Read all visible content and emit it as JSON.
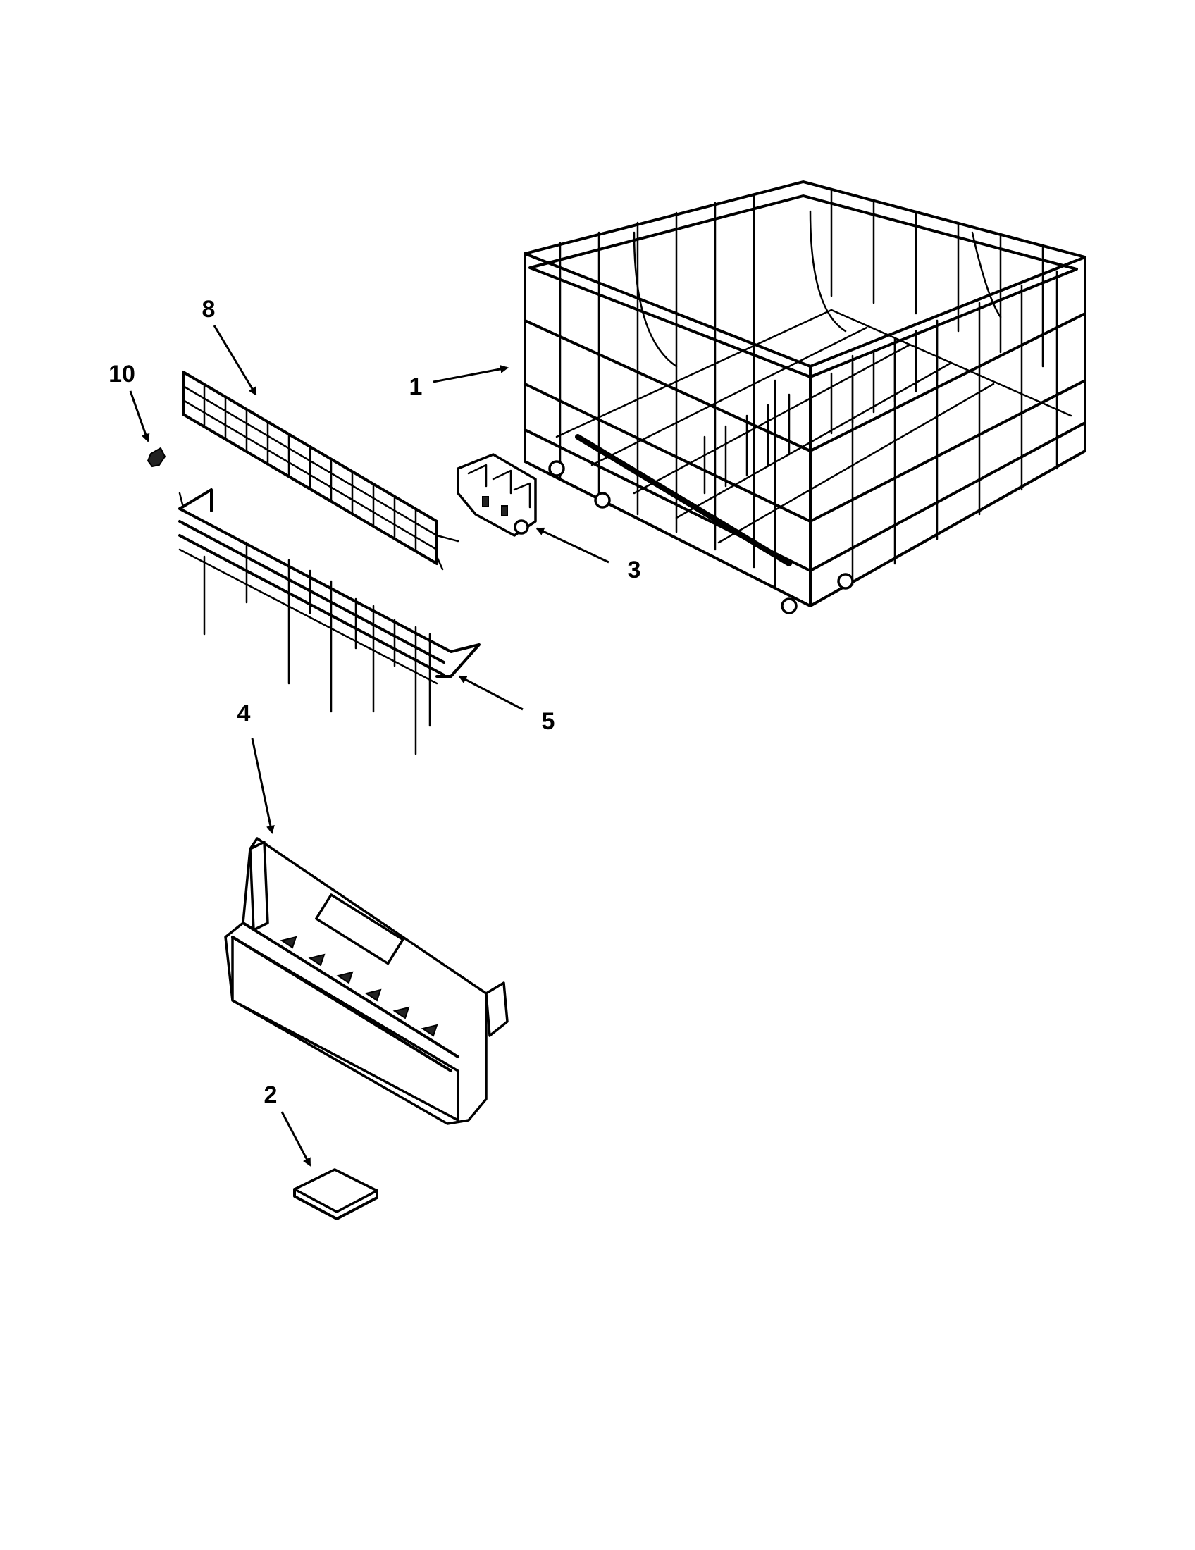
{
  "diagram": {
    "callouts": [
      {
        "id": "1",
        "label": "1"
      },
      {
        "id": "2",
        "label": "2"
      },
      {
        "id": "3",
        "label": "3"
      },
      {
        "id": "4",
        "label": "4"
      },
      {
        "id": "5",
        "label": "5"
      },
      {
        "id": "8",
        "label": "8"
      },
      {
        "id": "10",
        "label": "10"
      }
    ],
    "colors": {
      "ink": "#000000",
      "paper": "#ffffff"
    }
  }
}
